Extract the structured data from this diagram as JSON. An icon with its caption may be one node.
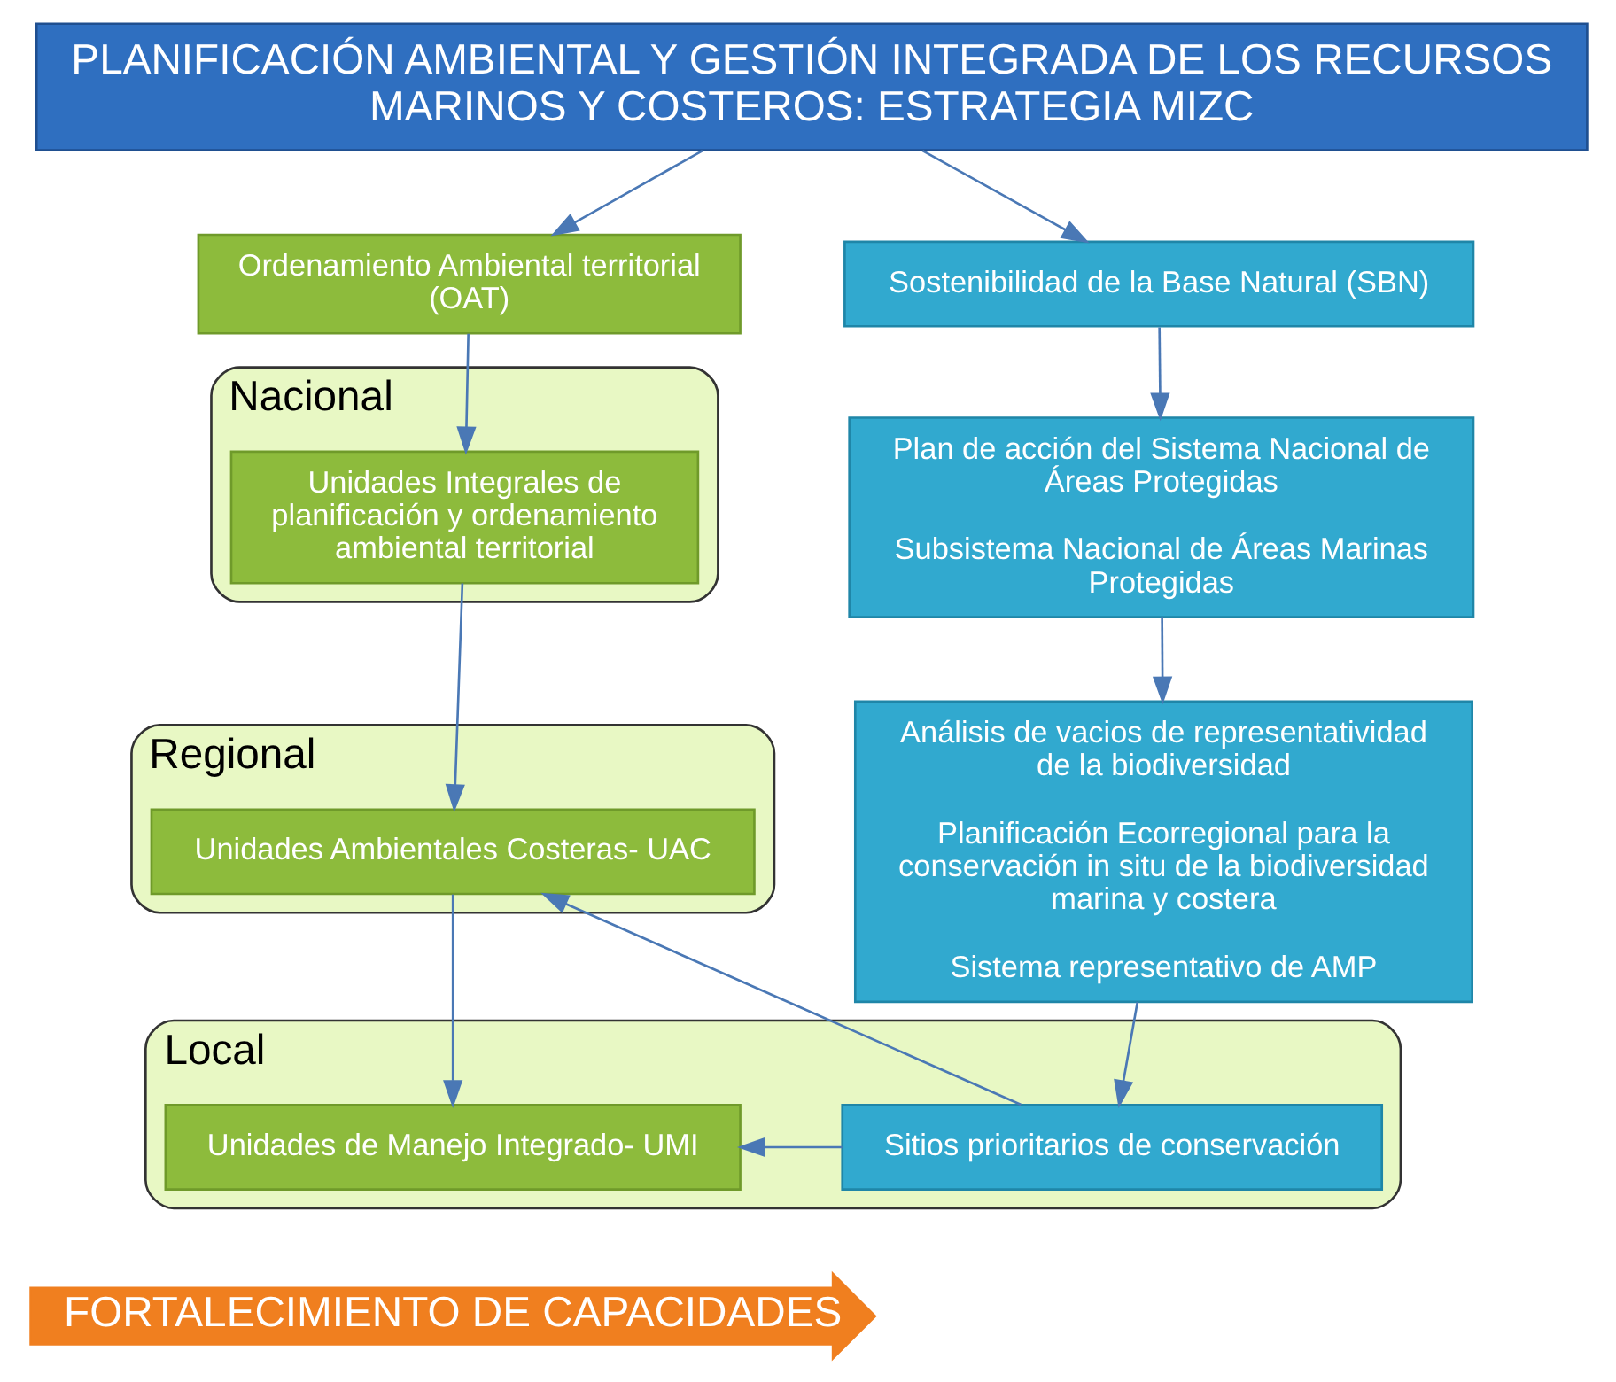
{
  "diagram": {
    "nodes": [
      {
        "text": [
          "PLANIFICACIÓN AMBIENTAL Y GESTIÓN INTEGRADA DE LOS RECURSOS MARINOS Y COSTEROS: ESTRATEGIA MIZC"
        ]
      },
      {
        "text": [
          "Ordenamiento Ambiental territorial (OAT)"
        ]
      },
      {
        "text": [
          "Sostenibilidad de la Base Natural (SBN)"
        ]
      },
      {
        "text": [
          "Nacional"
        ]
      },
      {
        "text": [
          "Unidades Integrales de planificación y ordenamiento ambiental territorial"
        ],
        "in": 3
      },
      {
        "text": [
          "Plan de acción del Sistema Nacional de Áreas Protegidas",
          "Subsistema Nacional de Áreas Marinas Protegidas"
        ]
      },
      {
        "text": [
          "Análisis de vacios de representatividad de la biodiversidad",
          "Planificación Ecorregional para la conservación in situ de la biodiversidad marina y costera",
          "Sistema representativo de AMP"
        ]
      },
      {
        "text": [
          "Regional"
        ]
      },
      {
        "text": [
          "Unidades Ambientales Costeras- UAC"
        ],
        "in": 7
      },
      {
        "text": [
          "Local"
        ]
      },
      {
        "text": [
          "Unidades de Manejo Integrado- UMI"
        ],
        "in": 9
      },
      {
        "text": [
          "Sitios prioritarios de conservación"
        ],
        "in": 9
      },
      {
        "text": [
          "FORTALECIMIENTO DE CAPACIDADES"
        ]
      }
    ],
    "edges": [
      {
        "from": 0,
        "to": 1,
        "arrow": "to"
      },
      {
        "from": 0,
        "to": 2,
        "arrow": "to"
      },
      {
        "from": 1,
        "to": 4,
        "arrow": "to"
      },
      {
        "from": 2,
        "to": 5,
        "arrow": "to"
      },
      {
        "from": 4,
        "to": 8,
        "arrow": "to"
      },
      {
        "from": 5,
        "to": 6,
        "arrow": "to"
      },
      {
        "from": 8,
        "to": 10,
        "arrow": "to"
      },
      {
        "from": 6,
        "to": 11,
        "arrow": "to"
      },
      {
        "from": 11,
        "to": 10,
        "arrow": "to"
      },
      {
        "from": 11,
        "to": 8,
        "arrow": "to"
      }
    ]
  }
}
